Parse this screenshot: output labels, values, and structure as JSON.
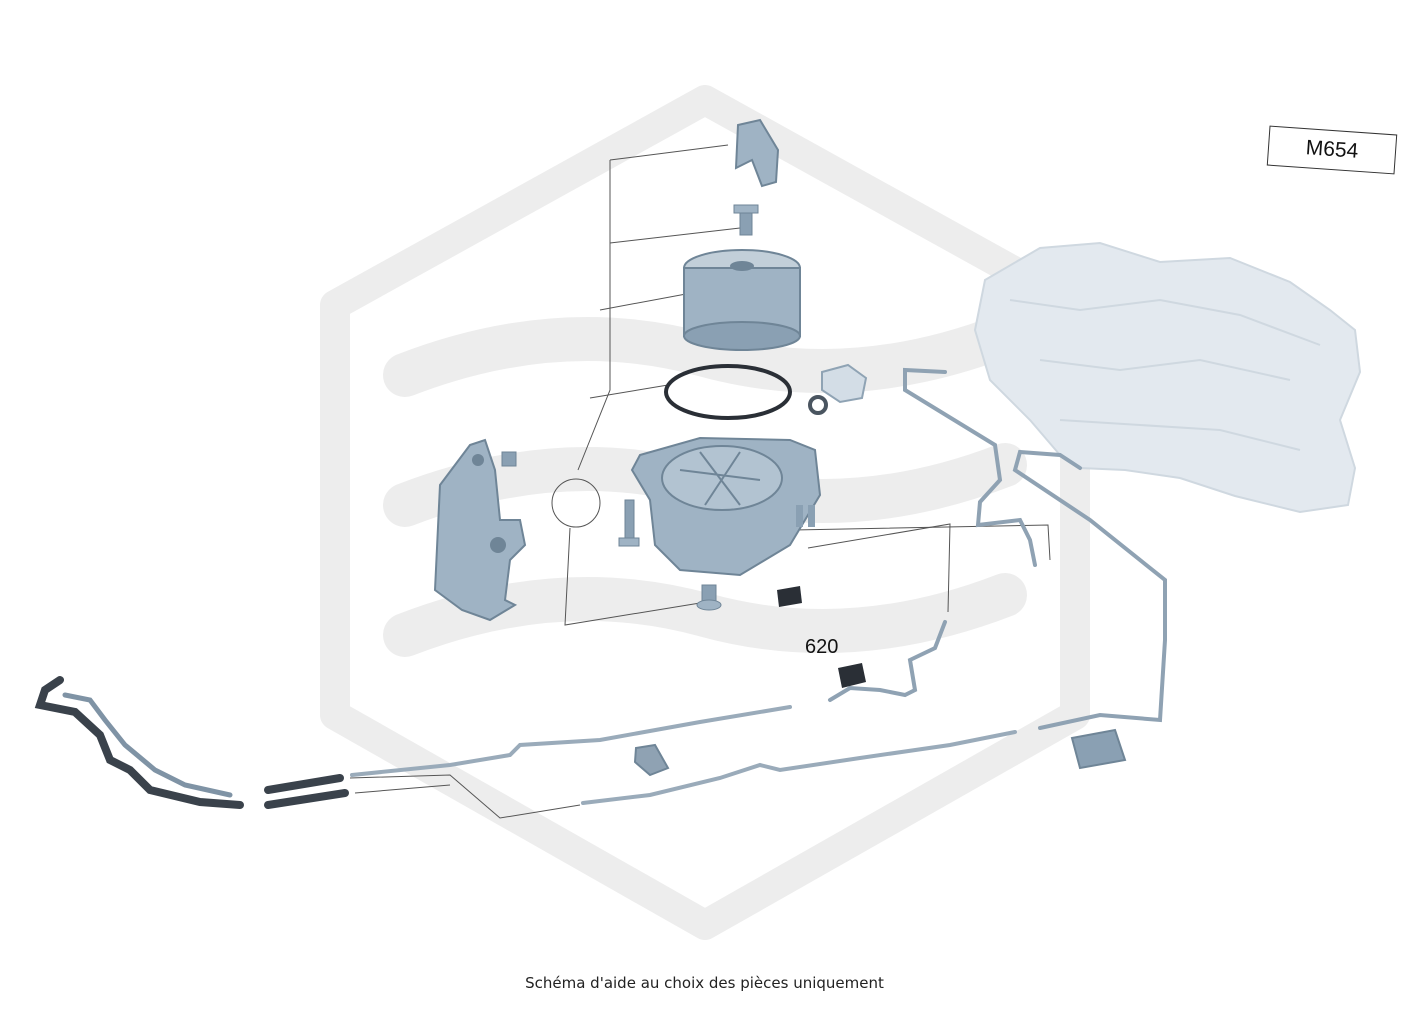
{
  "engine_code": "M654",
  "callouts": [
    {
      "label": "620"
    }
  ],
  "caption": "Schéma d'aide au choix des pièces uniquement",
  "colors": {
    "part_fill": "#9fb3c4",
    "part_dark": "#6f8597",
    "part_light": "#c8d5df",
    "tank_fill": "#e2e8ee",
    "line": "#555555",
    "watermark": "#eeeeee"
  }
}
